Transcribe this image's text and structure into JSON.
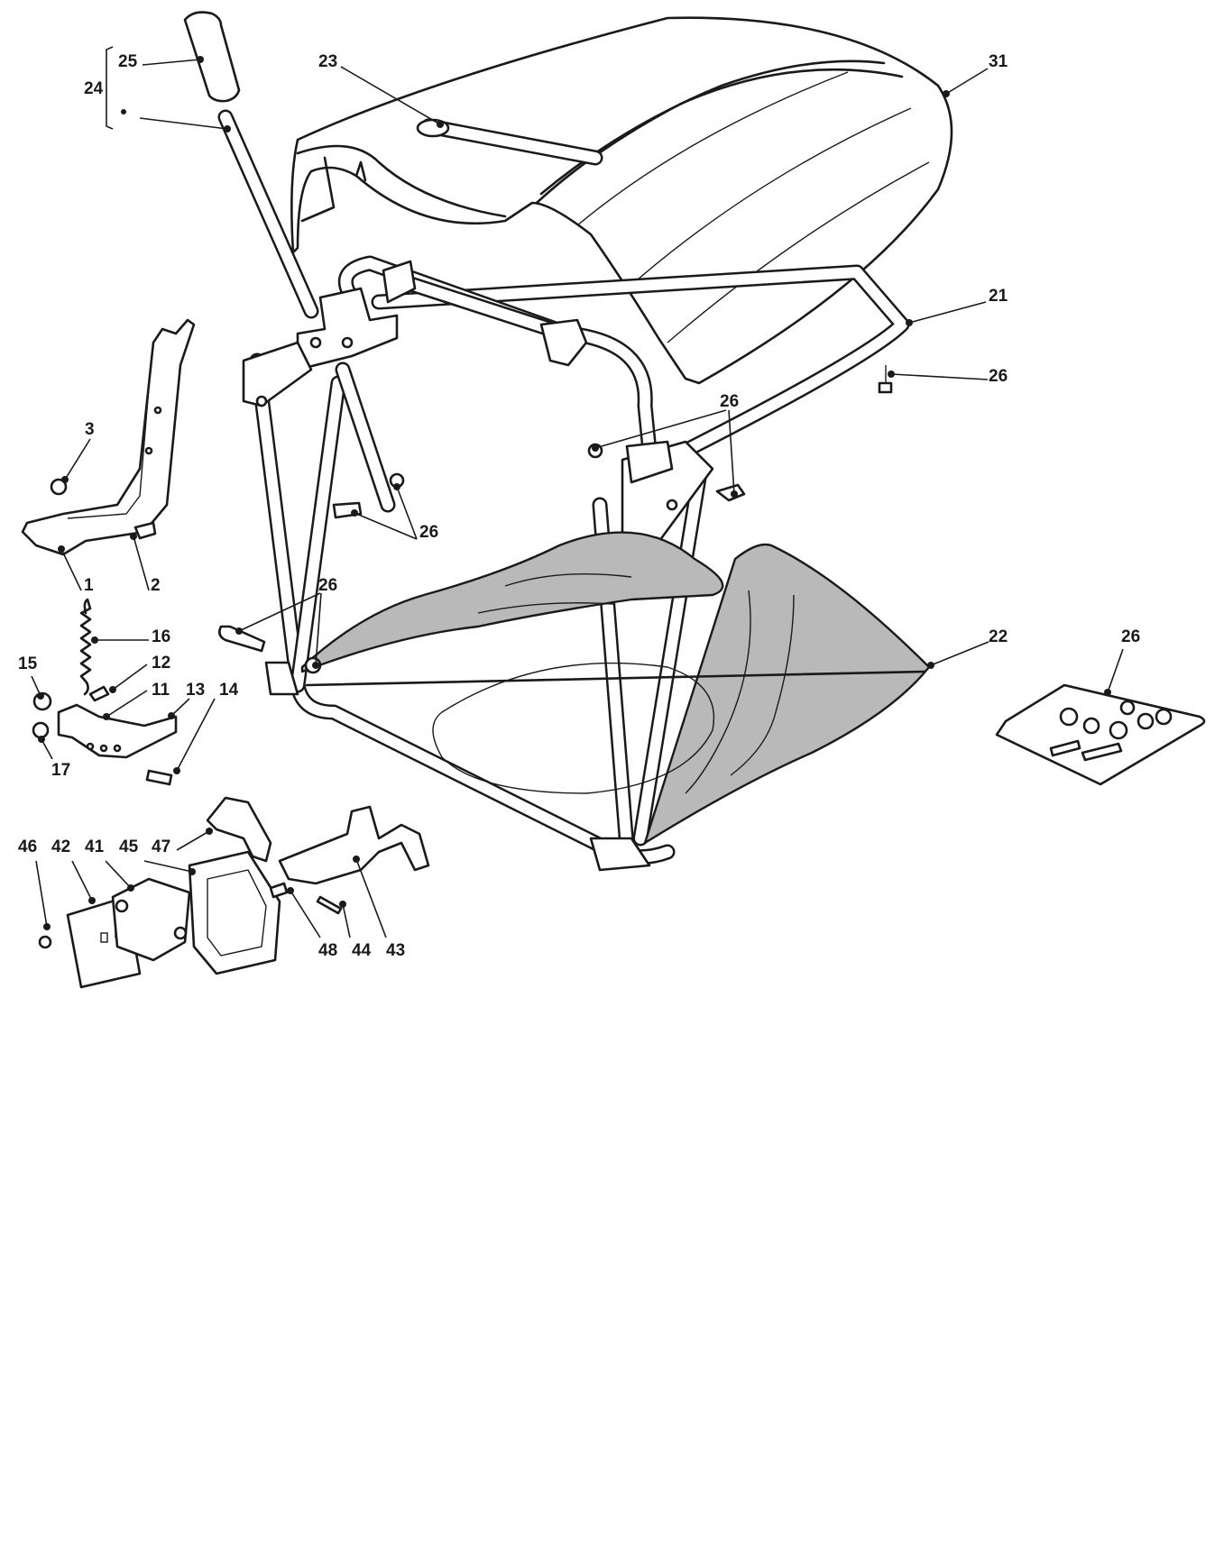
{
  "colors": {
    "ink": "#1a1a1a",
    "fabric": "#b9b9b9",
    "background": "#ffffff"
  },
  "labels": {
    "l1": "1",
    "l2": "2",
    "l3": "3",
    "l11": "11",
    "l12": "12",
    "l13": "13",
    "l14": "14",
    "l15": "15",
    "l16": "16",
    "l17": "17",
    "l21": "21",
    "l22": "22",
    "l23": "23",
    "l24": "24",
    "l25": "25",
    "l26a": "26",
    "l26b": "26",
    "l26c": "26",
    "l26d": "26",
    "l26e": "26",
    "l31": "31",
    "l41": "41",
    "l42": "42",
    "l43": "43",
    "l44": "44",
    "l45": "45",
    "l46": "46",
    "l47": "47",
    "l48": "48"
  }
}
